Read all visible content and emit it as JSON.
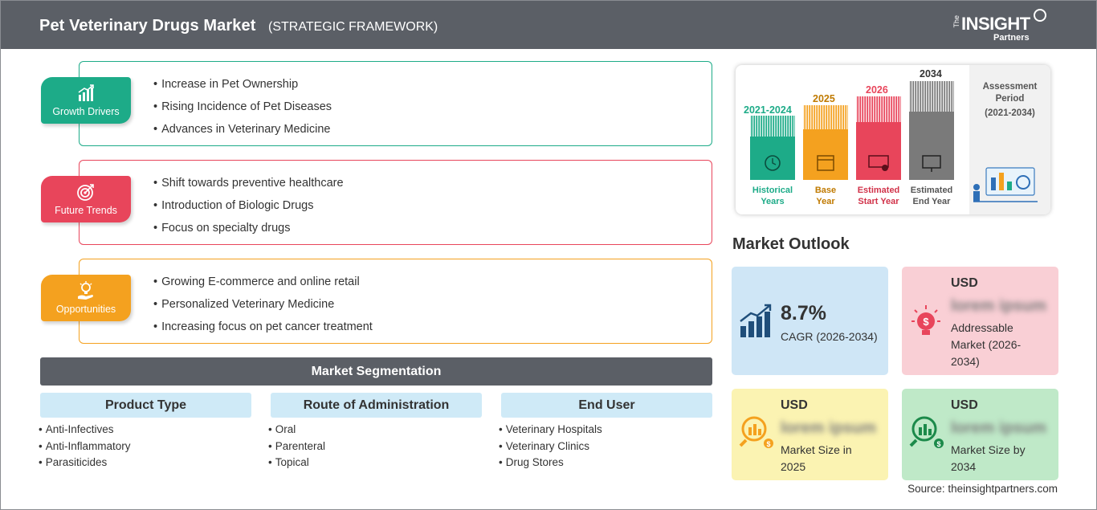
{
  "header": {
    "title": "Pet Veterinary Drugs Market",
    "subtitle": "(STRATEGIC FRAMEWORK)",
    "logo": {
      "the": "The",
      "insight": "INSIGHT",
      "partners": "Partners"
    }
  },
  "factors": [
    {
      "label": "Growth Drivers",
      "color": "#1dab88",
      "items": [
        "Increase in Pet Ownership",
        "Rising Incidence of Pet Diseases",
        "Advances in Veterinary Medicine"
      ]
    },
    {
      "label": "Future Trends",
      "color": "#e8455b",
      "items": [
        "Shift towards preventive healthcare",
        "Introduction of Biologic Drugs",
        "Focus on specialty drugs"
      ]
    },
    {
      "label": "Opportunities",
      "color": "#f4a11f",
      "items": [
        "Growing E-commerce and online retail",
        "Personalized Veterinary Medicine",
        "Increasing focus on pet cancer treatment"
      ]
    }
  ],
  "segmentation": {
    "title": "Market Segmentation",
    "columns": [
      {
        "heading": "Product Type",
        "items": [
          "Anti-Infectives",
          "Anti-Inflammatory",
          "Parasiticides"
        ]
      },
      {
        "heading": "Route of Administration",
        "items": [
          "Oral",
          "Parenteral",
          "Topical"
        ]
      },
      {
        "heading": "End User",
        "items": [
          "Veterinary Hospitals",
          "Veterinary Clinics",
          "Drug Stores"
        ]
      }
    ]
  },
  "timeline": {
    "bars": [
      {
        "year": "2021-2024",
        "line1": "Historical",
        "line2": "Years",
        "color": "#1dab88"
      },
      {
        "year": "2025",
        "line1": "Base",
        "line2": "Year",
        "color": "#f4a11f"
      },
      {
        "year": "2026",
        "line1": "Estimated",
        "line2": "Start Year",
        "color": "#e8455b"
      },
      {
        "year": "2034",
        "line1": "Estimated",
        "line2": "End Year",
        "color": "#7a7a7a"
      }
    ],
    "assessment": {
      "line1": "Assessment",
      "line2": "Period",
      "line3": "(2021-2034)"
    }
  },
  "outlook": {
    "title": "Market Outlook",
    "cagr": {
      "value": "8.7%",
      "label": "CAGR (2026-2034)"
    },
    "addressable": {
      "usd": "USD",
      "blur": "lorem ipsum",
      "label": "Addressable Market (2026-2034)"
    },
    "size2025": {
      "usd": "USD",
      "blur": "lorem ipsum",
      "label": "Market Size in 2025"
    },
    "size2034": {
      "usd": "USD",
      "blur": "lorem ipsum",
      "label": "Market Size by 2034"
    }
  },
  "source": "Source: theinsightpartners.com"
}
